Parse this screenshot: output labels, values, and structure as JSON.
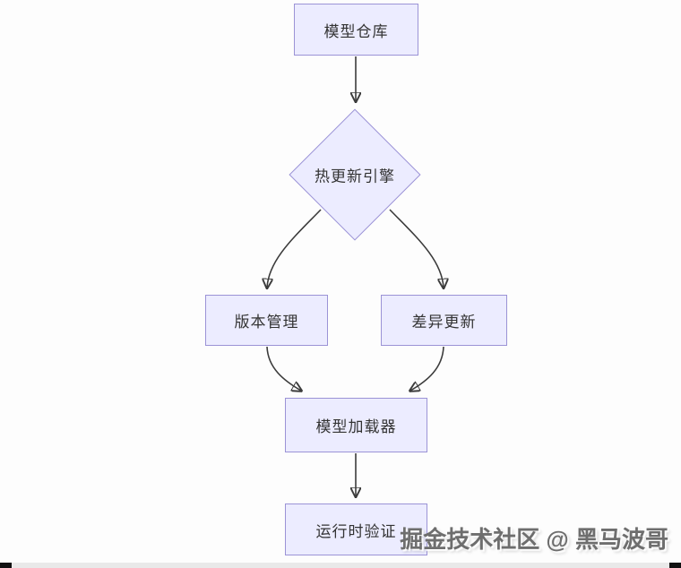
{
  "diagram": {
    "nodes": [
      {
        "id": "model-repository",
        "label": "模型仓库",
        "shape": "rect"
      },
      {
        "id": "hot-update-engine",
        "label": "热更新引擎",
        "shape": "diamond"
      },
      {
        "id": "version-management",
        "label": "版本管理",
        "shape": "rect"
      },
      {
        "id": "diff-update",
        "label": "差异更新",
        "shape": "rect"
      },
      {
        "id": "model-loader",
        "label": "模型加载器",
        "shape": "rect"
      },
      {
        "id": "runtime-validation",
        "label": "运行时验证",
        "shape": "rect"
      }
    ],
    "edges": [
      {
        "from": "模型仓库",
        "to": "热更新引擎"
      },
      {
        "from": "热更新引擎",
        "to": "版本管理"
      },
      {
        "from": "热更新引擎",
        "to": "差异更新"
      },
      {
        "from": "版本管理",
        "to": "模型加载器"
      },
      {
        "from": "差异更新",
        "to": "模型加载器"
      },
      {
        "from": "模型加载器",
        "to": "运行时验证"
      }
    ]
  },
  "watermark": {
    "text": "掘金技术社区 @ 黑马波哥"
  },
  "colors": {
    "node_fill": "#ECECFF",
    "node_border": "#9B93D6",
    "node_text": "#333333",
    "arrow": "#3B3B3B",
    "watermark_text": "#6E6E6E",
    "bottom_bar": "#E9E9E9",
    "bottom_bar_ends": "#111111",
    "background": "#FDFDFD"
  }
}
